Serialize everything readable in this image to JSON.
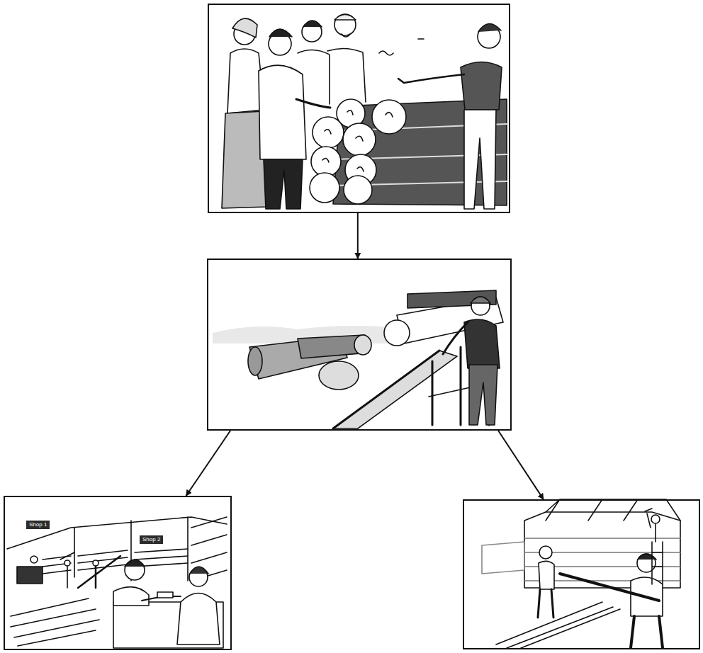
{
  "diagram": {
    "nodes": [
      {
        "text": []
      },
      {
        "text": []
      },
      {
        "text": [
          "Shop 1",
          "Shop 2"
        ]
      },
      {
        "text": []
      }
    ],
    "edges": [
      {
        "from": 0,
        "to": 1,
        "arrow": "to"
      },
      {
        "from": 1,
        "to": 2,
        "arrow": "to"
      },
      {
        "from": 1,
        "to": 3,
        "arrow": "to"
      }
    ]
  }
}
